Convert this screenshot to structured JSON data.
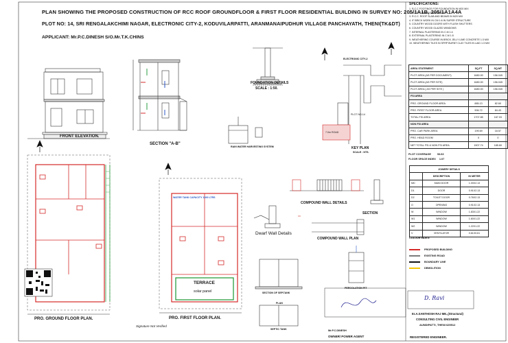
{
  "header": {
    "title": "PLAN SHOWING THE PROPOSED CONSTRUCTION OF RCC ROOF GROUNDFLOOR & FIRST FLOOR RESIDENTIAL BUILDING IN SURVEY NO: 205/1A1B, 205/1A1A4A",
    "plot": "PLOT NO: 14, SRI RENGALAKCHIMI NAGAR, ELECTRONIC CITY-2, KODUVILARPATTI, ARANMANAIPUDHUR VILLAGE PANCHAYATH, THENI(TK&DT)",
    "applicant": "APPLICANT: Mr.P.C.DINESH S/O.Mr.T.K.CHINS"
  },
  "drawings": {
    "front_elevation": "FRONT ELEVATION.",
    "section": "SECTION \"A-B\"",
    "foundation": "FOUNDATION DETAILS",
    "foundation_scale": "SCALE : 1:50.",
    "rain_water": "RAIN WATER HARVESTING SYSTEM",
    "key_plan": "KEY PLAN",
    "key_plan_scale": "SCALE : NTS.",
    "compound_wall_details": "COMPOUND WALL DETAILS",
    "section_label": "SECTION",
    "dwarf_wall": "Dwarf Wall Details",
    "compound_wall_plan": "COMPOUND WALL PLAN",
    "sep_tank": "SECTION OF SEP.TANK",
    "plan_septic": "PLAN",
    "septic_tank": "SEPTIC TANK",
    "percolation_pit": "PERCOLATION PIT",
    "ground_floor": "PRO. GROUND FLOOR PLAN.",
    "first_floor": "PRO. FIRST FLOOR PLAN.",
    "terrace": "TERRACE",
    "solar": "solar panel",
    "water_tank": "WATER TANK CAPACITY 1000 LTRS",
    "electronic_city": "ELECTRONIC CITY-2",
    "plot_no": "PLOT NO-14",
    "road": "7.0m ROAD"
  },
  "specifications": {
    "title": "SPECIFICATIONS:",
    "items": [
      "1. R.C.C FOOTINGS FOR FOUNDATION IN M20 MIX",
      "2. P.C.C. CEILINGS IN M20 MIX",
      "3. R.C.C. ROOF SLAB AND BEAMS IN M20 MIX",
      "4. 9\" BRICK WORK IN CM 1:6 IN SUPER STRUCTURE",
      "5. COUNTRY WOOD DOORS WITH FLUSH SHUTTERS",
      "6. COUNTRY WOOD GLAZED WINDOWS",
      "7. INTERNAL PLASTERING IN C.M 1:4",
      "8. EXTERNAL PLASTERING IN C.M 1:5",
      "9. WEATHERING COURSE IN BRICK JELLY LIME CONCRETE 1:3 MIX",
      "10. WEATHERING TILES IN SFRP BURNT CLAY TILES IN LAID 1:3 MIX"
    ]
  },
  "area_statement": {
    "title": "AREA STATEMENT",
    "units": [
      "SQ.FT",
      "SQ.MT"
    ],
    "rows": [
      {
        "label": "PLOT AREA (AS PER DOCUMENT)",
        "a": "1680.00",
        "b": "156.045",
        "sec": false
      },
      {
        "label": "PLOT AREA (AS PER SITE)",
        "a": "1680.00",
        "b": "156.045",
        "sec": false
      },
      {
        "label": "PLOT AREA ( AS PER SITE )",
        "a": "1680.00",
        "b": "156.045",
        "sec": false
      },
      {
        "label": "FSI AREA",
        "a": "",
        "b": "",
        "sec": true
      },
      {
        "label": "PRO. GROUND FLOOR AREA",
        "a": "885.13",
        "b": "82.60",
        "sec": false
      },
      {
        "label": "PRO. FIRST FLOOR AREA",
        "a": "906.72",
        "b": "84.43",
        "sec": false
      },
      {
        "label": "TOTAL FSI AREA",
        "a": "1707.85",
        "b": "167.03",
        "sec": false
      },
      {
        "label": "NON FSI AREA",
        "a": "",
        "b": "",
        "sec": true
      },
      {
        "label": "PRO. CAR PARK AREA",
        "a": "199.69",
        "b": "18.57",
        "sec": false
      },
      {
        "label": "PRO. HEAD ROOM",
        "a": "0",
        "b": "0",
        "sec": false
      },
      {
        "label": "NET TOTAL FSI & NON FSI AREA",
        "a": "1907.74",
        "b": "185.60",
        "sec": false
      }
    ],
    "plot_coverage_label": "PLOT COVERAGE",
    "plot_coverage": "53.63",
    "fsi_label": "FLOOR SPACE INDEX",
    "fsi": "1.07"
  },
  "joinery": {
    "title": "JOINERY DETAILS",
    "headers": [
      "",
      "DESCRIPTION",
      "IN METER"
    ],
    "rows": [
      [
        "MD",
        "MAIN DOOR",
        "1.00X2.13"
      ],
      [
        "D1",
        "DOOR",
        "0.91X2.13"
      ],
      [
        "D2",
        "TOILET DOOR",
        "0.76X2.13"
      ],
      [
        "O",
        "OPENING",
        "0.91X2.13"
      ],
      [
        "W",
        "WINDOW",
        "1.83X1.22"
      ],
      [
        "W1",
        "WINDOW",
        "1.60X1.22"
      ],
      [
        "W2",
        "WINDOW",
        "1.22X1.22"
      ],
      [
        "V",
        "VENTILATOR",
        "0.61X0.61"
      ]
    ]
  },
  "colour_index": {
    "title": "COLOUR INDEX:",
    "items": [
      {
        "label": "PROPOSED BUILDING",
        "color": "#d62828"
      },
      {
        "label": "EXISTING ROAD",
        "color": "#7a7a7a"
      },
      {
        "label": "BOUNDARY LINE",
        "color": "#111111"
      },
      {
        "label": "DEMOLITION",
        "color": "#f4c400"
      }
    ]
  },
  "signature_block": {
    "signature": "D. Ravi",
    "name": "Er.A.SANTHOSH RAJ ME.,(Structural)",
    "firm": "CONSULTING CIVIL ENGINEER",
    "address": "AUNDIPATTI, THENI 625512",
    "registered": "REGISTERED ENGINEER.",
    "owner_name": "Mr.P.C.DINESH",
    "owner_label": "OWNER/ POWER AGENT",
    "signature_not_verified": "Signature Not Verified"
  },
  "colors": {
    "proposed": "#d62828",
    "green": "#2a9d3f",
    "blue": "#2856c6"
  }
}
